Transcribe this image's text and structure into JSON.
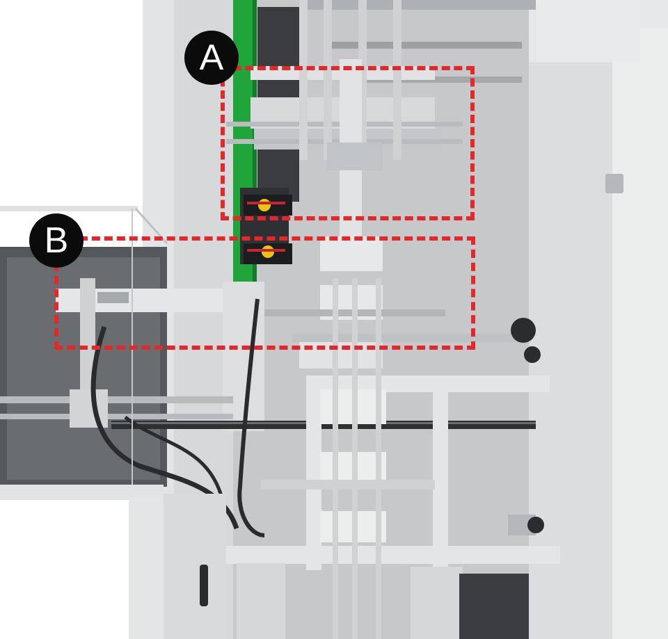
{
  "scene": {
    "subject": "cartoning-machine-feeding-section",
    "colors": {
      "frame": "#e4e5e6",
      "frame_shadow": "#c9cbcd",
      "steel": "#d9dbdd",
      "steel_dark": "#9a9ea2",
      "green_guide": "#1fa53a",
      "chain": "#2e2f31",
      "cable": "#2a2b2d",
      "acrylic": "#cfd2d4",
      "highlight": "#e2282b",
      "marker_bg": "#0b0b0b",
      "marker_fg": "#ffffff"
    }
  },
  "annotations": [
    {
      "id": "A",
      "label": "A"
    },
    {
      "id": "B",
      "label": "B"
    }
  ]
}
